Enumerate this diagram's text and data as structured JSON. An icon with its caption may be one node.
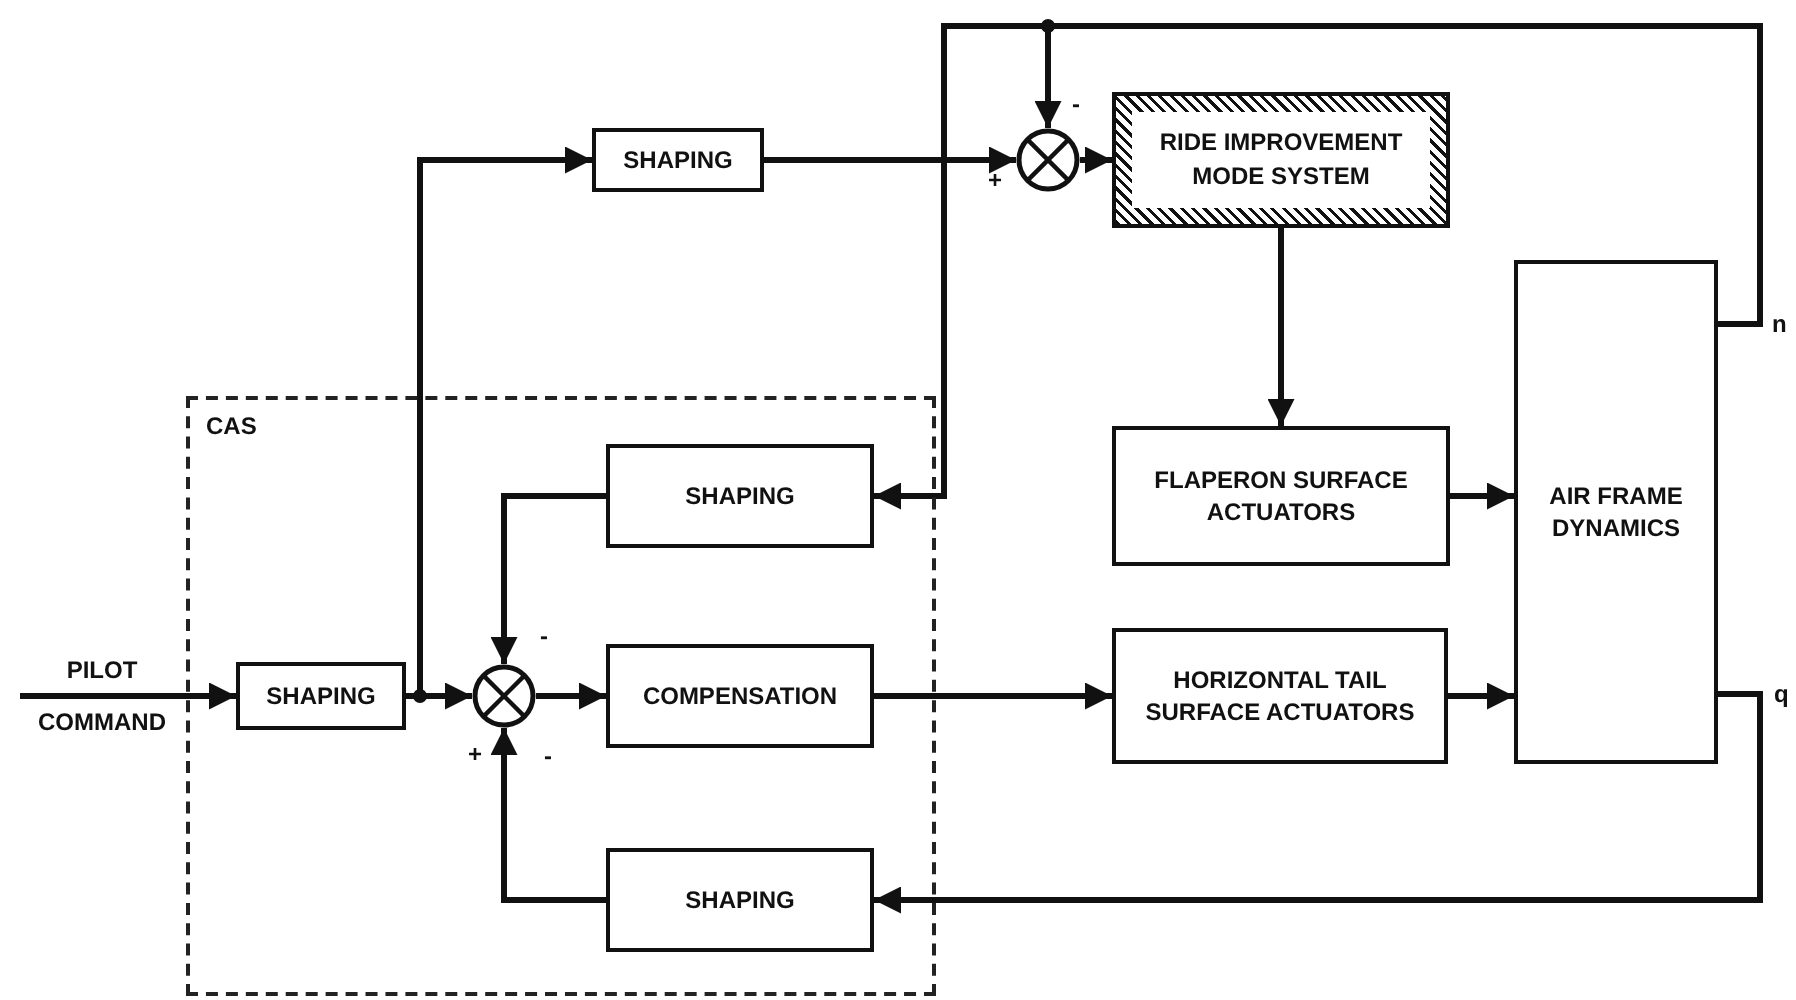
{
  "diagram": {
    "nodes": [
      {
        "text": [
          "CAS"
        ]
      },
      {
        "text": [
          "SHAPING"
        ]
      },
      {
        "text": [],
        "shape": "circle"
      },
      {
        "text": [
          "RIDE IMPROVEMENT MODE SYSTEM"
        ]
      },
      {
        "text": [
          "FLAPERON SURFACE ACTUATORS"
        ]
      },
      {
        "text": [
          "AIR FRAME DYNAMICS"
        ]
      },
      {
        "text": [
          "SHAPING"
        ],
        "in": 0
      },
      {
        "text": [
          "PILOT",
          "COMMAND"
        ]
      },
      {
        "text": [
          "SHAPING"
        ],
        "in": 0
      },
      {
        "text": [],
        "shape": "circle",
        "in": 0
      },
      {
        "text": [
          "COMPENSATION"
        ],
        "in": 0
      },
      {
        "text": [
          "HORIZONTAL TAIL SURFACE ACTUATORS"
        ]
      },
      {
        "text": [
          "SHAPING"
        ],
        "in": 0
      }
    ],
    "edges": [
      {
        "from": 7,
        "to": 8,
        "arrow": "to"
      },
      {
        "from": 8,
        "to": 9,
        "arrow": "to"
      },
      {
        "from": 8,
        "to": 1,
        "arrow": "to"
      },
      {
        "from": 1,
        "to": 2,
        "arrow": "to"
      },
      {
        "from": 2,
        "to": 3,
        "arrow": "to"
      },
      {
        "from": 3,
        "to": 4,
        "arrow": "to"
      },
      {
        "from": 4,
        "to": 5,
        "arrow": "to"
      },
      {
        "from": 11,
        "to": 5,
        "arrow": "to"
      },
      {
        "from": 10,
        "to": 11,
        "arrow": "to"
      },
      {
        "from": 9,
        "to": 10,
        "arrow": "to"
      },
      {
        "from": 5,
        "to": 2,
        "arrow": "to"
      },
      {
        "from": 5,
        "to": 6,
        "arrow": "to"
      },
      {
        "from": 6,
        "to": 9,
        "arrow": "to"
      },
      {
        "from": 5,
        "to": 12,
        "arrow": "to"
      },
      {
        "from": 12,
        "to": 9,
        "arrow": "to"
      }
    ],
    "labels": [
      "-",
      "+",
      "n",
      "-",
      "q",
      "+",
      "-"
    ]
  }
}
